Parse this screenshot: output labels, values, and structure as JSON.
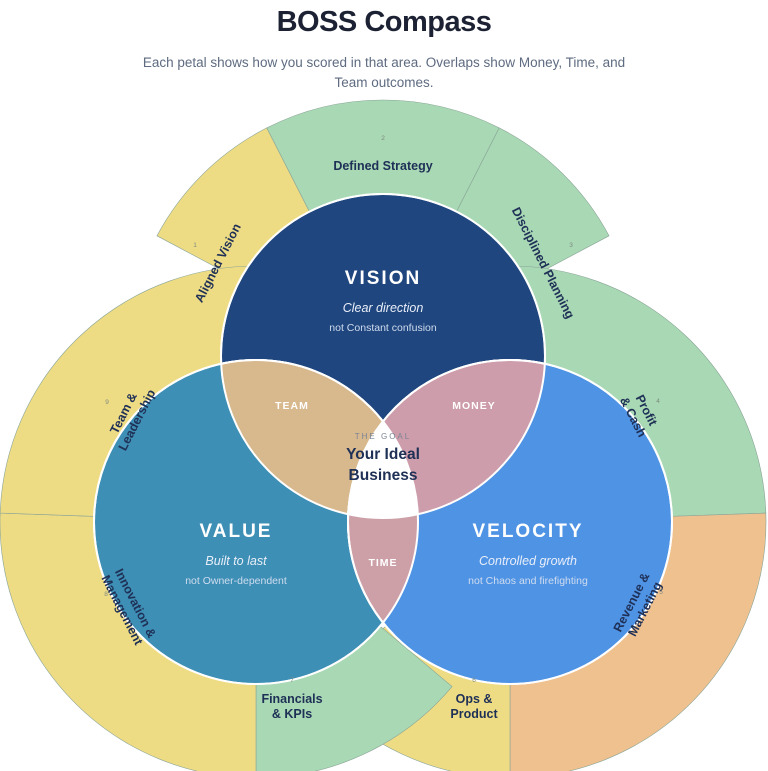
{
  "header": {
    "title": "BOSS Compass",
    "subtitle": "Each petal shows how you scored in that area. Overlaps show Money, Time, and Team outcomes."
  },
  "colors": {
    "vision": "#20467f",
    "value": "#3e8fb5",
    "velocity": "#4f93e5",
    "money": "#ce9dab",
    "team": "#d8b88d",
    "time": "#cda0a8",
    "goal": "#ffffff",
    "ring_yellow": "#eedc85",
    "ring_green": "#a8d8b4",
    "ring_orange": "#efc18f"
  },
  "circles": {
    "vision": {
      "name": "VISION",
      "tagline": "Clear direction",
      "contrast": "not Constant confusion"
    },
    "value": {
      "name": "VALUE",
      "tagline": "Built to last",
      "contrast": "not Owner-dependent"
    },
    "velocity": {
      "name": "VELOCITY",
      "tagline": "Controlled growth",
      "contrast": "not Chaos and firefighting"
    }
  },
  "overlaps": {
    "team": "TEAM",
    "money": "MONEY",
    "time": "TIME"
  },
  "goal": {
    "eyebrow": "THE GOAL",
    "line1": "Your Ideal",
    "line2": "Business"
  },
  "petals": [
    {
      "num": "1",
      "line1": "Aligned Vision",
      "line2": "",
      "color": "yellow"
    },
    {
      "num": "2",
      "line1": "Defined Strategy",
      "line2": "",
      "color": "green"
    },
    {
      "num": "3",
      "line1": "Disciplined Planning",
      "line2": "",
      "color": "green"
    },
    {
      "num": "4",
      "line1": "Profit",
      "line2": "& Cash",
      "color": "green"
    },
    {
      "num": "5",
      "line1": "Revenue &",
      "line2": "Marketing",
      "color": "orange"
    },
    {
      "num": "6",
      "line1": "Ops &",
      "line2": "Product",
      "color": "yellow"
    },
    {
      "num": "7",
      "line1": "Financials",
      "line2": "& KPIs",
      "color": "green"
    },
    {
      "num": "8",
      "line1": "Innovation &",
      "line2": "Management",
      "color": "yellow"
    },
    {
      "num": "9",
      "line1": "Team &",
      "line2": "Leadership",
      "color": "yellow"
    }
  ]
}
